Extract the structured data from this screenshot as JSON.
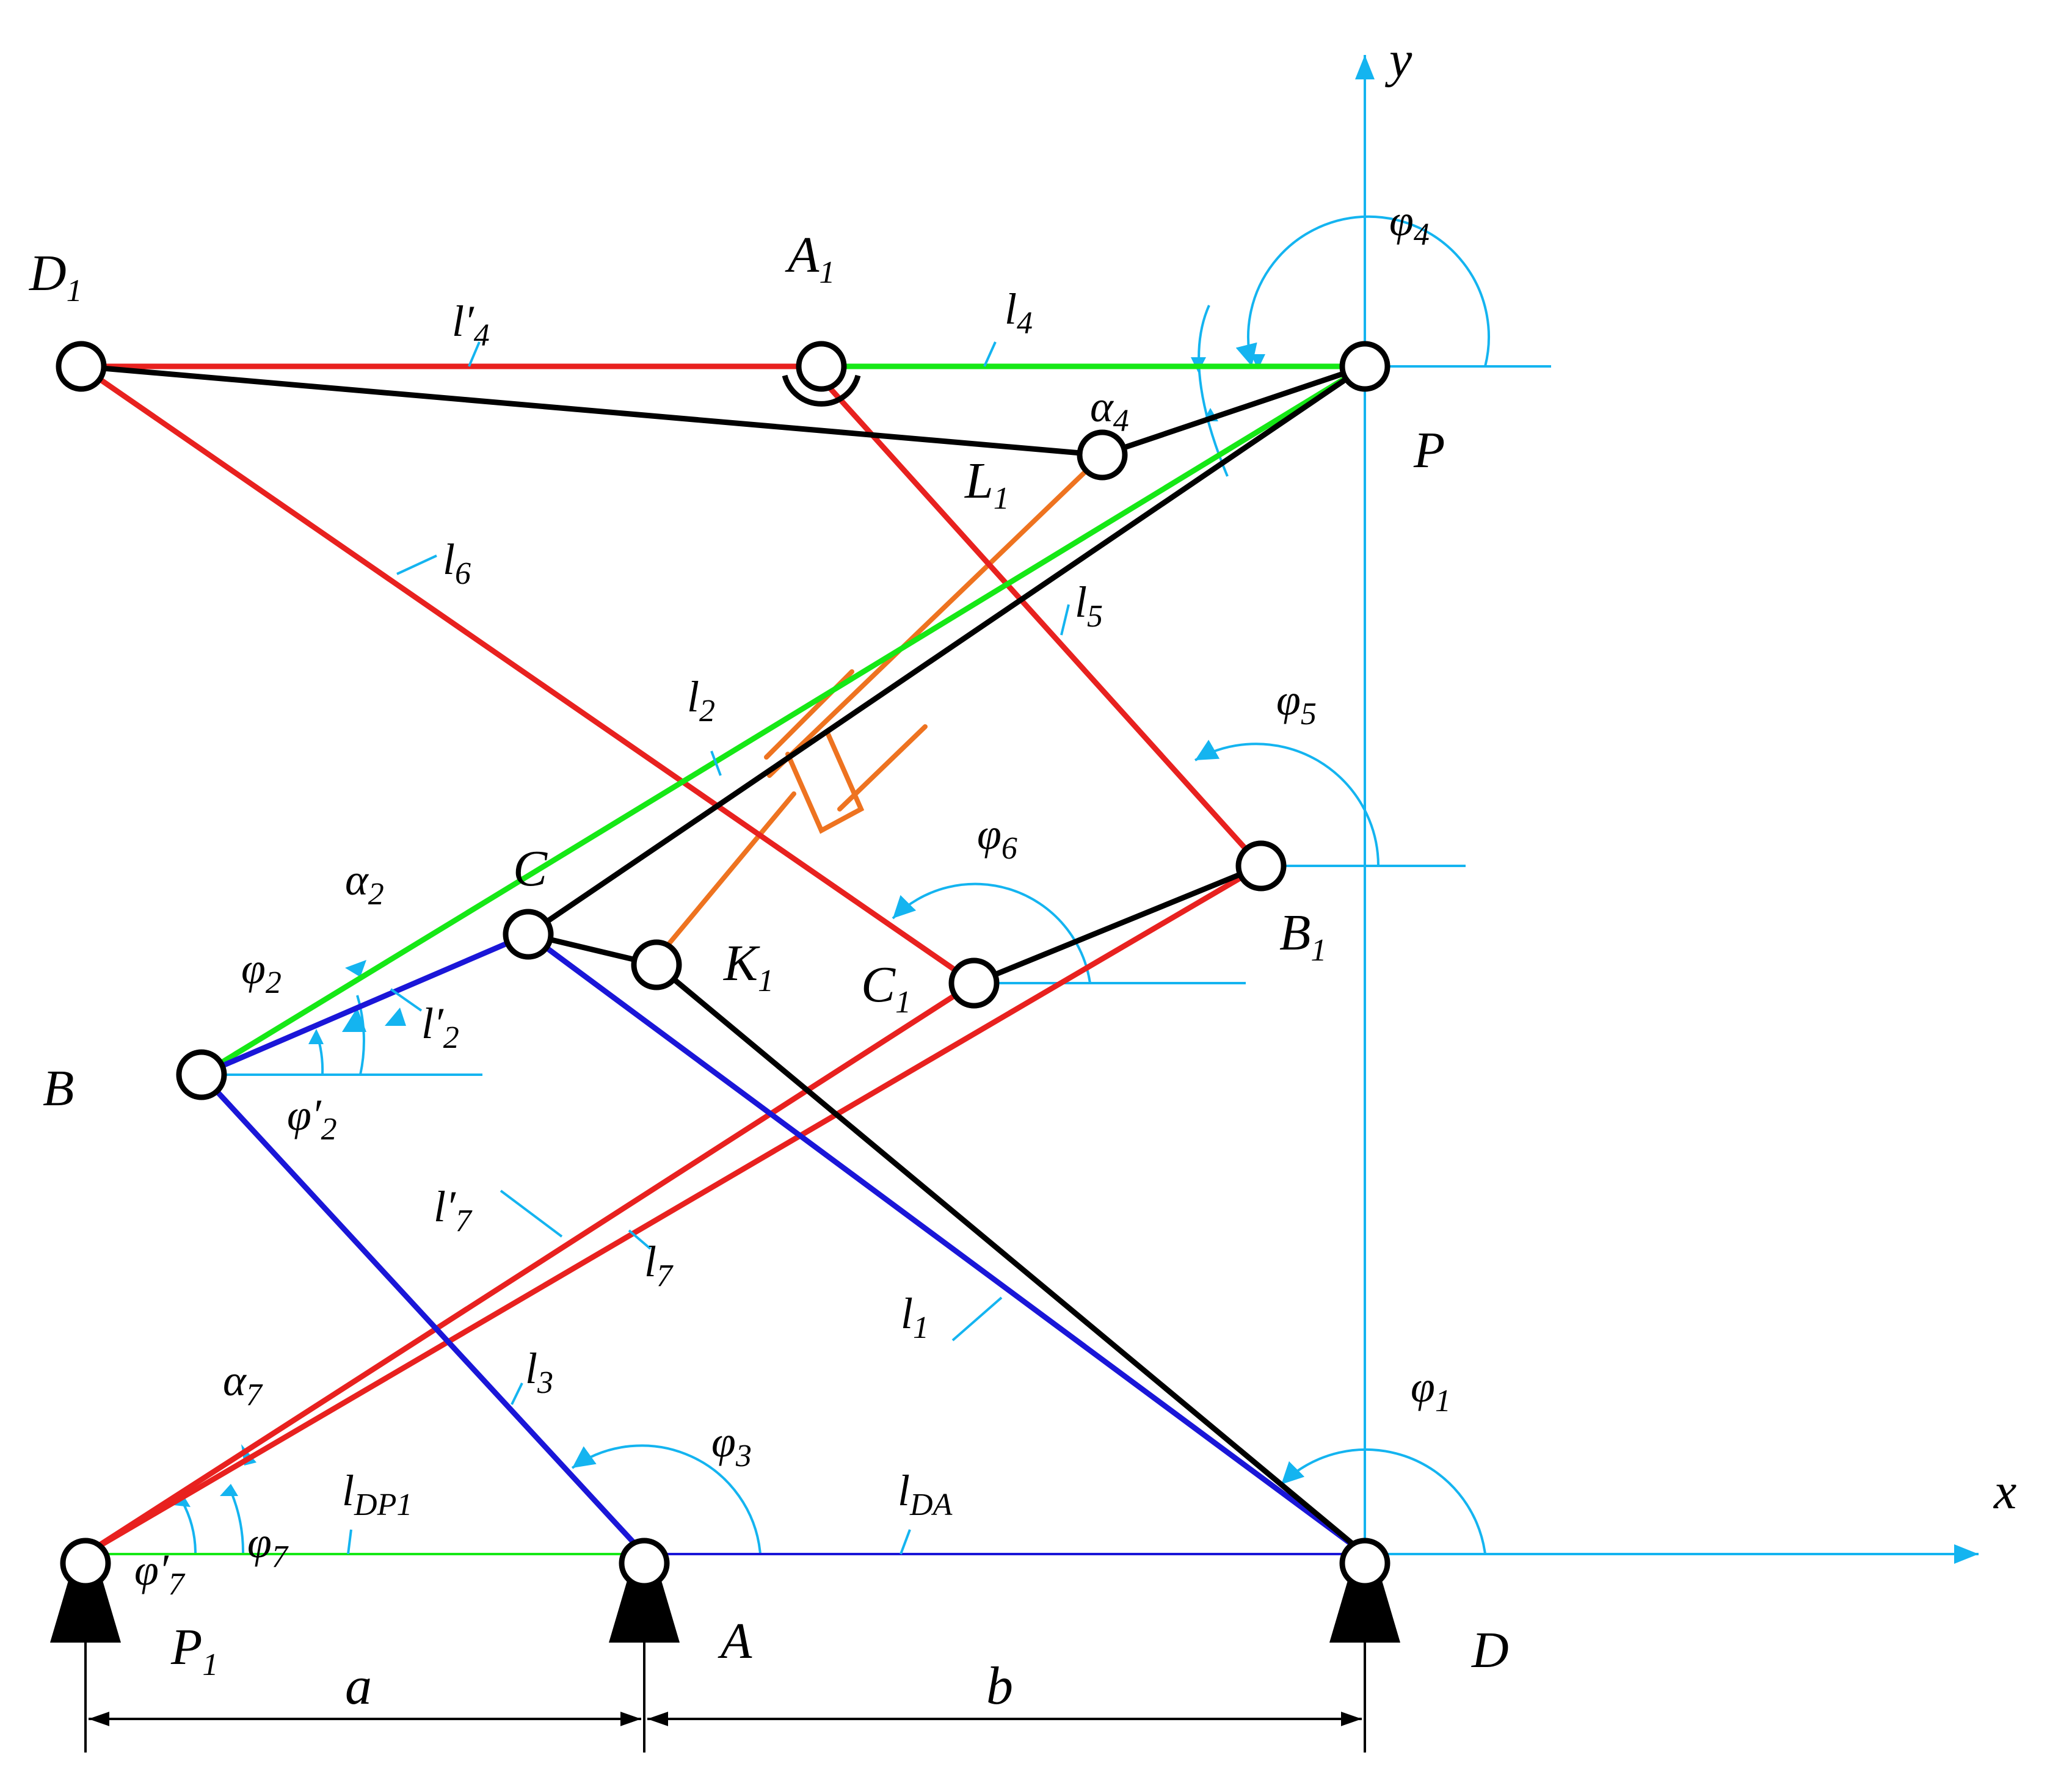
{
  "colors": {
    "red": "#e8211f",
    "green": "#16e816",
    "blue": "#1a16d8",
    "black": "#000000",
    "orange": "#ee7320",
    "cyan": "#14b4f0"
  },
  "axes": {
    "x": "x",
    "y": "y"
  },
  "points": {
    "D1": {
      "main": "D",
      "sub": "1"
    },
    "A1": {
      "main": "A",
      "sub": "1"
    },
    "P": {
      "main": "P"
    },
    "L1": {
      "main": "L",
      "sub": "1"
    },
    "C": {
      "main": "C"
    },
    "K1": {
      "main": "K",
      "sub": "1"
    },
    "C1": {
      "main": "C",
      "sub": "1"
    },
    "B1": {
      "main": "B",
      "sub": "1"
    },
    "B": {
      "main": "B"
    },
    "P1": {
      "main": "P",
      "sub": "1"
    },
    "A": {
      "main": "A"
    },
    "D": {
      "main": "D"
    }
  },
  "links": {
    "l4p": {
      "main": "l′",
      "sub": "4"
    },
    "l4": {
      "main": "l",
      "sub": "4"
    },
    "l6": {
      "main": "l",
      "sub": "6"
    },
    "l5": {
      "main": "l",
      "sub": "5"
    },
    "l2": {
      "main": "l",
      "sub": "2"
    },
    "l2p": {
      "main": "l′",
      "sub": "2"
    },
    "l7p": {
      "main": "l′",
      "sub": "7"
    },
    "l7": {
      "main": "l",
      "sub": "7"
    },
    "l1": {
      "main": "l",
      "sub": "1"
    },
    "l3": {
      "main": "l",
      "sub": "3"
    },
    "lDP1": {
      "main": "l",
      "sub": "DP1"
    },
    "lDA": {
      "main": "l",
      "sub": "DA"
    }
  },
  "angles": {
    "phi4": {
      "main": "φ",
      "sub": "4"
    },
    "alpha4": {
      "main": "α",
      "sub": "4"
    },
    "phi5": {
      "main": "φ",
      "sub": "5"
    },
    "phi6": {
      "main": "φ",
      "sub": "6"
    },
    "alpha2": {
      "main": "α",
      "sub": "2"
    },
    "phi2": {
      "main": "φ",
      "sub": "2"
    },
    "phi2p": {
      "main": "φ′",
      "sub": "2"
    },
    "phi1": {
      "main": "φ",
      "sub": "1"
    },
    "phi3": {
      "main": "φ",
      "sub": "3"
    },
    "alpha7": {
      "main": "α",
      "sub": "7"
    },
    "phi7": {
      "main": "φ",
      "sub": "7"
    },
    "phi7p": {
      "main": "φ′",
      "sub": "7"
    }
  },
  "dimensions": {
    "a": "a",
    "b": "b"
  }
}
